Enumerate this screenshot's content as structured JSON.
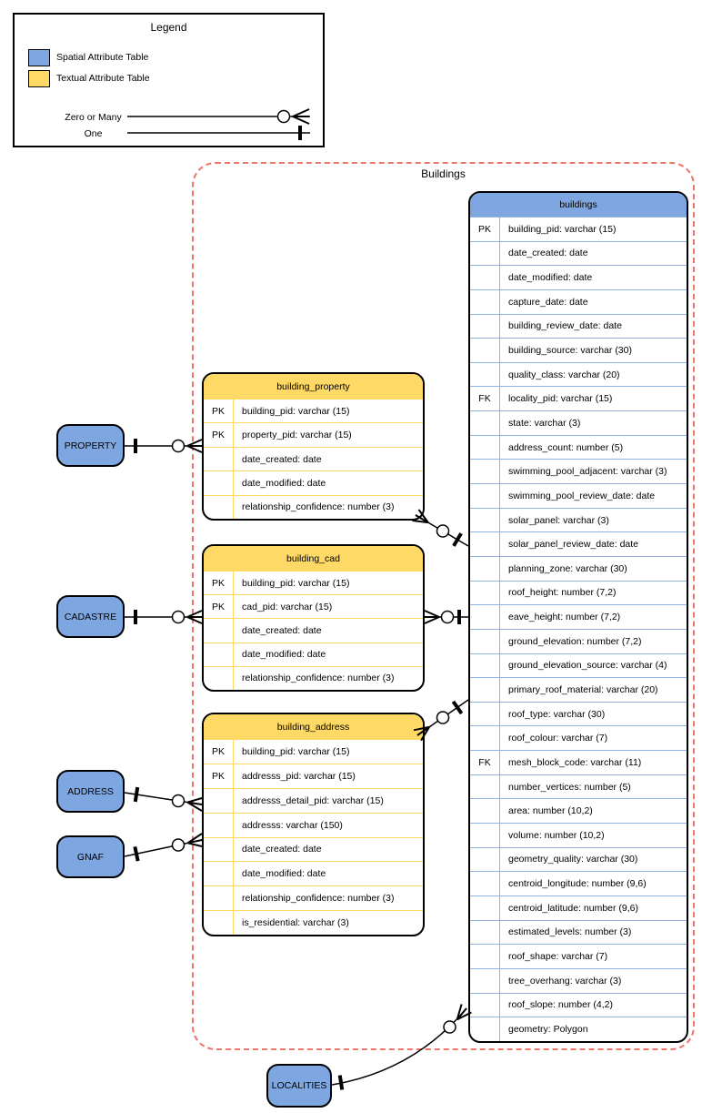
{
  "legend": {
    "title": "Legend",
    "items": [
      {
        "id": "spatial",
        "label": "Spatial Attribute Table",
        "color": "#7EA6E0"
      },
      {
        "id": "textual",
        "label": "Textual Attribute Table",
        "color": "#FFD966"
      }
    ],
    "cardinality": [
      {
        "id": "zero-or-many",
        "label": "Zero or Many"
      },
      {
        "id": "one",
        "label": "One"
      }
    ]
  },
  "container": {
    "label": "Buildings",
    "border_color": "#ED7469"
  },
  "tables": [
    {
      "id": "buildings",
      "title": "buildings",
      "kind": "spatial",
      "fields": [
        {
          "key": "PK",
          "text": "building_pid: varchar (15)"
        },
        {
          "key": "",
          "text": "date_created: date"
        },
        {
          "key": "",
          "text": "date_modified: date"
        },
        {
          "key": "",
          "text": "capture_date: date"
        },
        {
          "key": "",
          "text": "building_review_date: date"
        },
        {
          "key": "",
          "text": "building_source: varchar (30)"
        },
        {
          "key": "",
          "text": "quality_class: varchar (20)"
        },
        {
          "key": "FK",
          "text": "locality_pid: varchar (15)"
        },
        {
          "key": "",
          "text": "state: varchar (3)"
        },
        {
          "key": "",
          "text": "address_count: number (5)"
        },
        {
          "key": "",
          "text": "swimming_pool_adjacent: varchar (3)"
        },
        {
          "key": "",
          "text": "swimming_pool_review_date: date"
        },
        {
          "key": "",
          "text": "solar_panel: varchar (3)"
        },
        {
          "key": "",
          "text": "solar_panel_review_date: date"
        },
        {
          "key": "",
          "text": "planning_zone: varchar (30)"
        },
        {
          "key": "",
          "text": "roof_height: number (7,2)"
        },
        {
          "key": "",
          "text": "eave_height: number (7,2)"
        },
        {
          "key": "",
          "text": "ground_elevation: number (7,2)"
        },
        {
          "key": "",
          "text": "ground_elevation_source: varchar (4)"
        },
        {
          "key": "",
          "text": "primary_roof_material: varchar (20)"
        },
        {
          "key": "",
          "text": "roof_type: varchar (30)"
        },
        {
          "key": "",
          "text": "roof_colour: varchar (7)"
        },
        {
          "key": "FK",
          "text": "mesh_block_code: varchar (11)"
        },
        {
          "key": "",
          "text": "number_vertices: number (5)"
        },
        {
          "key": "",
          "text": "area: number (10,2)"
        },
        {
          "key": "",
          "text": "volume: number (10,2)"
        },
        {
          "key": "",
          "text": "geometry_quality: varchar (30)"
        },
        {
          "key": "",
          "text": "centroid_longitude: number (9,6)"
        },
        {
          "key": "",
          "text": "centroid_latitude: number (9,6)"
        },
        {
          "key": "",
          "text": "estimated_levels: number (3)"
        },
        {
          "key": "",
          "text": "roof_shape: varchar (7)"
        },
        {
          "key": "",
          "text": "tree_overhang: varchar (3)"
        },
        {
          "key": "",
          "text": "roof_slope: number (4,2)"
        },
        {
          "key": "",
          "text": "geometry: Polygon"
        }
      ]
    },
    {
      "id": "building_property",
      "title": "building_property",
      "kind": "textual",
      "fields": [
        {
          "key": "PK",
          "text": "building_pid: varchar (15)"
        },
        {
          "key": "PK",
          "text": "property_pid: varchar (15)"
        },
        {
          "key": "",
          "text": "date_created: date"
        },
        {
          "key": "",
          "text": "date_modified: date"
        },
        {
          "key": "",
          "text": "relationship_confidence: number (3)"
        }
      ]
    },
    {
      "id": "building_cad",
      "title": "building_cad",
      "kind": "textual",
      "fields": [
        {
          "key": "PK",
          "text": "building_pid: varchar (15)"
        },
        {
          "key": "PK",
          "text": "cad_pid: varchar (15)"
        },
        {
          "key": "",
          "text": "date_created: date"
        },
        {
          "key": "",
          "text": "date_modified: date"
        },
        {
          "key": "",
          "text": "relationship_confidence: number (3)"
        }
      ]
    },
    {
      "id": "building_address",
      "title": "building_address",
      "kind": "textual",
      "fields": [
        {
          "key": "PK",
          "text": "building_pid: varchar (15)"
        },
        {
          "key": "PK",
          "text": "addresss_pid: varchar (15)"
        },
        {
          "key": "",
          "text": "addresss_detail_pid: varchar (15)"
        },
        {
          "key": "",
          "text": "addresss: varchar (150)"
        },
        {
          "key": "",
          "text": "date_created: date"
        },
        {
          "key": "",
          "text": "date_modified: date"
        },
        {
          "key": "",
          "text": "relationship_confidence: number (3)"
        },
        {
          "key": "",
          "text": "is_residential: varchar (3)"
        }
      ]
    }
  ],
  "entities": [
    {
      "id": "property",
      "label": "PROPERTY"
    },
    {
      "id": "cadastre",
      "label": "CADASTRE"
    },
    {
      "id": "address",
      "label": "ADDRESS"
    },
    {
      "id": "gnaf",
      "label": "GNAF"
    },
    {
      "id": "localities",
      "label": "LOCALITIES"
    }
  ],
  "relationships": [
    {
      "from": "PROPERTY",
      "from_cardinality": "one",
      "to": "building_property",
      "to_cardinality": "zero-or-many"
    },
    {
      "from": "CADASTRE",
      "from_cardinality": "one",
      "to": "building_cad",
      "to_cardinality": "zero-or-many"
    },
    {
      "from": "ADDRESS",
      "from_cardinality": "one",
      "to": "building_address",
      "to_cardinality": "zero-or-many"
    },
    {
      "from": "GNAF",
      "from_cardinality": "one",
      "to": "building_address",
      "to_cardinality": "zero-or-many"
    },
    {
      "from": "buildings",
      "from_cardinality": "one",
      "to": "building_property",
      "to_cardinality": "zero-or-many"
    },
    {
      "from": "buildings",
      "from_cardinality": "one",
      "to": "building_cad",
      "to_cardinality": "zero-or-many"
    },
    {
      "from": "buildings",
      "from_cardinality": "one",
      "to": "building_address",
      "to_cardinality": "zero-or-many"
    },
    {
      "from": "LOCALITIES",
      "from_cardinality": "one",
      "to": "buildings",
      "to_cardinality": "zero-or-many"
    }
  ],
  "colors": {
    "spatial_fill": "#7EA6E0",
    "textual_fill": "#FFD966",
    "container_dash": "#ED7469",
    "spatial_separator": "#8fb3e3",
    "textual_separator": "#ffd966"
  }
}
